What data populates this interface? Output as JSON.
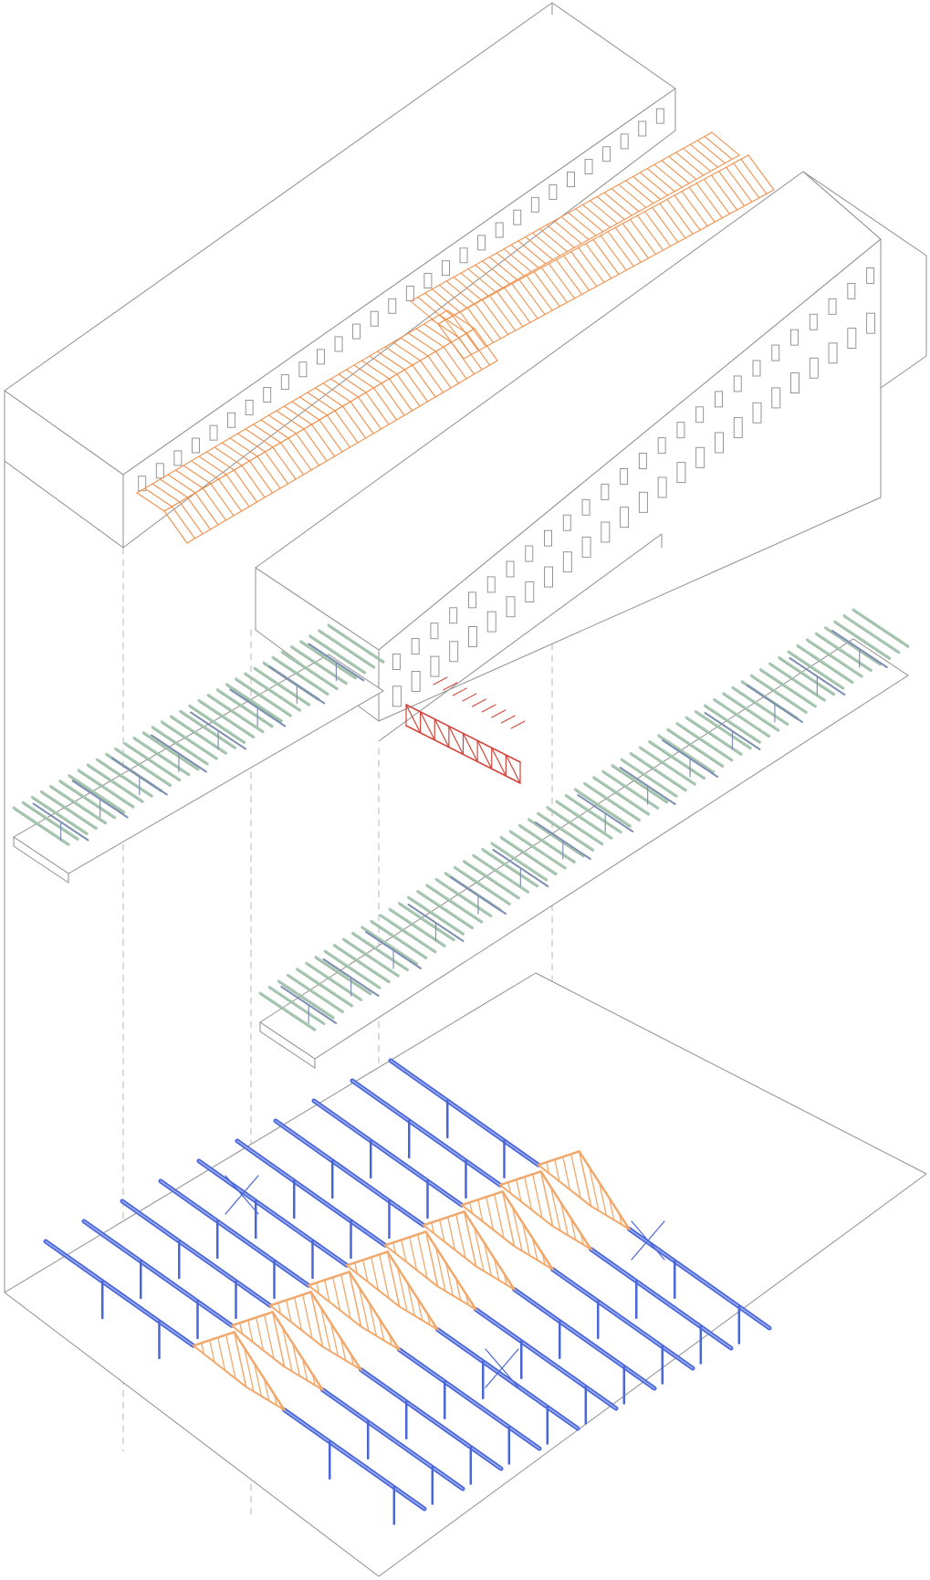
{
  "colors": {
    "background": "#ffffff",
    "building_outline": "#8f8f8f",
    "roof_rafters": "#f0924f",
    "red_truss": "#d2453a",
    "deck_slats": "#a9c8b2",
    "deck_slat_edge": "#7ea58c",
    "deck_beams": "#7f8fb3",
    "steel_columns_blue": "#4a66d8",
    "steel_beam_highlight": "#9db0f3",
    "truss_orange": "#f2a86a",
    "guide_dash": "#a6a6a6"
  },
  "layers": [
    {
      "id": "building-shell",
      "icon": "building-block-icon"
    },
    {
      "id": "upper-roof-rafters",
      "icon": "rafter-roof-icon"
    },
    {
      "id": "red-bridge-truss",
      "icon": "truss-icon"
    },
    {
      "id": "timber-deck-left",
      "icon": "deck-icon"
    },
    {
      "id": "timber-deck-right",
      "icon": "deck-icon"
    },
    {
      "id": "steel-frames",
      "icon": "steel-frame-icon"
    },
    {
      "id": "ground-plane",
      "icon": "ground-plane-icon"
    }
  ],
  "structure": {
    "frame_count": 10,
    "upper_window_count": 30,
    "right_wing_window_count": 26,
    "left_deck_slats": 34,
    "right_deck_slats": 64
  }
}
